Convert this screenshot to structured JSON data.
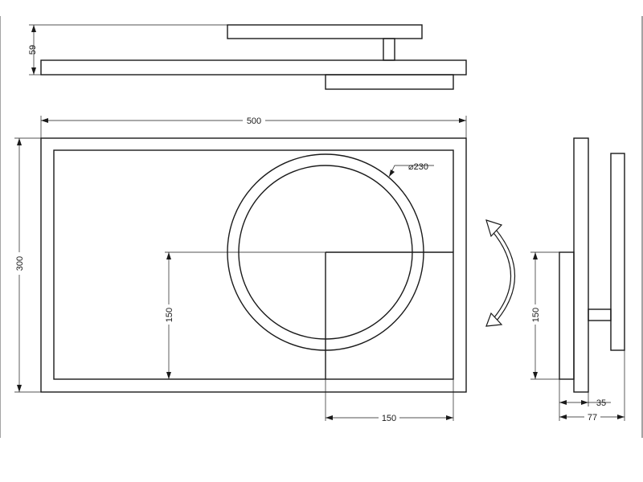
{
  "dimensions": {
    "top_height": "59",
    "width": "500",
    "height": "300",
    "ring_diameter": "⌀230",
    "inner_height": "150",
    "inner_width": "150",
    "side_height": "150",
    "side_depth_inner": "35",
    "side_depth_total": "77"
  },
  "colors": {
    "line": "#1a1a1a",
    "background": "#ffffff"
  }
}
